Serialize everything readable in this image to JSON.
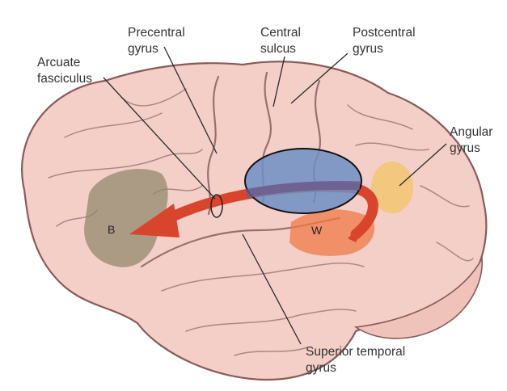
{
  "labels": {
    "precentral": [
      "Precentral",
      "gyrus"
    ],
    "central": [
      "Central",
      "sulcus"
    ],
    "postcentral": [
      "Postcentral",
      "gyrus"
    ],
    "arcuate": [
      "Arcuate",
      "fasciculus"
    ],
    "angular": [
      "Angular",
      "gyrus"
    ],
    "superior_temporal": [
      "Superior temporal",
      "gyrus"
    ]
  },
  "areas": {
    "broca": "B",
    "wernicke": "W"
  },
  "colors": {
    "brain_fill": "#f3cfc8",
    "brain_outline": "#8a5a5a",
    "broca_region": "#8d8566",
    "wernicke_region": "#f07a4a",
    "angular_region": "#f2c46a",
    "arrow": "#d9452c",
    "overlay_ellipse": "#6f8fc4"
  }
}
